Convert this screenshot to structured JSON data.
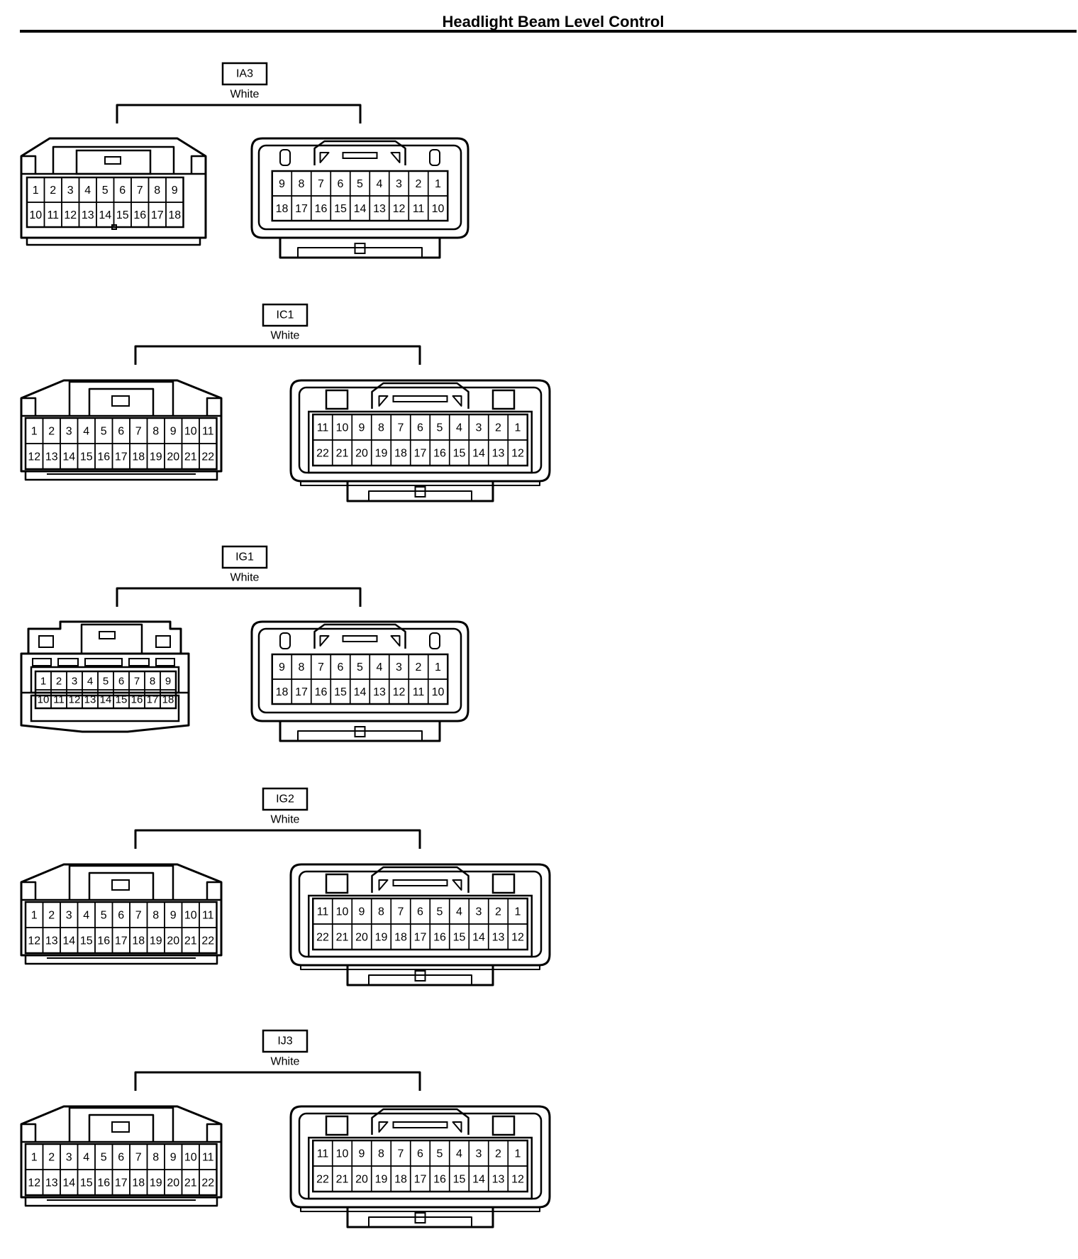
{
  "page": {
    "title": "Headlight Beam Level Control"
  },
  "connectors": [
    {
      "code": "IA3",
      "color": "White",
      "type": "A",
      "male": [
        [
          "1",
          "2",
          "3",
          "4",
          "5",
          "6",
          "7",
          "8",
          "9"
        ],
        [
          "10",
          "11",
          "12",
          "13",
          "14",
          "15",
          "16",
          "17",
          "18"
        ]
      ],
      "female": [
        [
          "9",
          "8",
          "7",
          "6",
          "5",
          "4",
          "3",
          "2",
          "1"
        ],
        [
          "18",
          "17",
          "16",
          "15",
          "14",
          "13",
          "12",
          "11",
          "10"
        ]
      ]
    },
    {
      "code": "IC1",
      "color": "White",
      "type": "C",
      "male": [
        [
          "1",
          "2",
          "3",
          "4",
          "5",
          "6",
          "7",
          "8",
          "9",
          "10",
          "11"
        ],
        [
          "12",
          "13",
          "14",
          "15",
          "16",
          "17",
          "18",
          "19",
          "20",
          "21",
          "22"
        ]
      ],
      "female": [
        [
          "11",
          "10",
          "9",
          "8",
          "7",
          "6",
          "5",
          "4",
          "3",
          "2",
          "1"
        ],
        [
          "22",
          "21",
          "20",
          "19",
          "18",
          "17",
          "16",
          "15",
          "14",
          "13",
          "12"
        ]
      ]
    },
    {
      "code": "IG1",
      "color": "White",
      "type": "B",
      "male": [
        [
          "1",
          "2",
          "3",
          "4",
          "5",
          "6",
          "7",
          "8",
          "9"
        ],
        [
          "10",
          "11",
          "12",
          "13",
          "14",
          "15",
          "16",
          "17",
          "18"
        ]
      ],
      "female": [
        [
          "9",
          "8",
          "7",
          "6",
          "5",
          "4",
          "3",
          "2",
          "1"
        ],
        [
          "18",
          "17",
          "16",
          "15",
          "14",
          "13",
          "12",
          "11",
          "10"
        ]
      ]
    },
    {
      "code": "IG2",
      "color": "White",
      "type": "C",
      "male": [
        [
          "1",
          "2",
          "3",
          "4",
          "5",
          "6",
          "7",
          "8",
          "9",
          "10",
          "11"
        ],
        [
          "12",
          "13",
          "14",
          "15",
          "16",
          "17",
          "18",
          "19",
          "20",
          "21",
          "22"
        ]
      ],
      "female": [
        [
          "11",
          "10",
          "9",
          "8",
          "7",
          "6",
          "5",
          "4",
          "3",
          "2",
          "1"
        ],
        [
          "22",
          "21",
          "20",
          "19",
          "18",
          "17",
          "16",
          "15",
          "14",
          "13",
          "12"
        ]
      ]
    },
    {
      "code": "IJ3",
      "color": "White",
      "type": "C",
      "male": [
        [
          "1",
          "2",
          "3",
          "4",
          "5",
          "6",
          "7",
          "8",
          "9",
          "10",
          "11"
        ],
        [
          "12",
          "13",
          "14",
          "15",
          "16",
          "17",
          "18",
          "19",
          "20",
          "21",
          "22"
        ]
      ],
      "female": [
        [
          "11",
          "10",
          "9",
          "8",
          "7",
          "6",
          "5",
          "4",
          "3",
          "2",
          "1"
        ],
        [
          "22",
          "21",
          "20",
          "19",
          "18",
          "17",
          "16",
          "15",
          "14",
          "13",
          "12"
        ]
      ]
    }
  ]
}
